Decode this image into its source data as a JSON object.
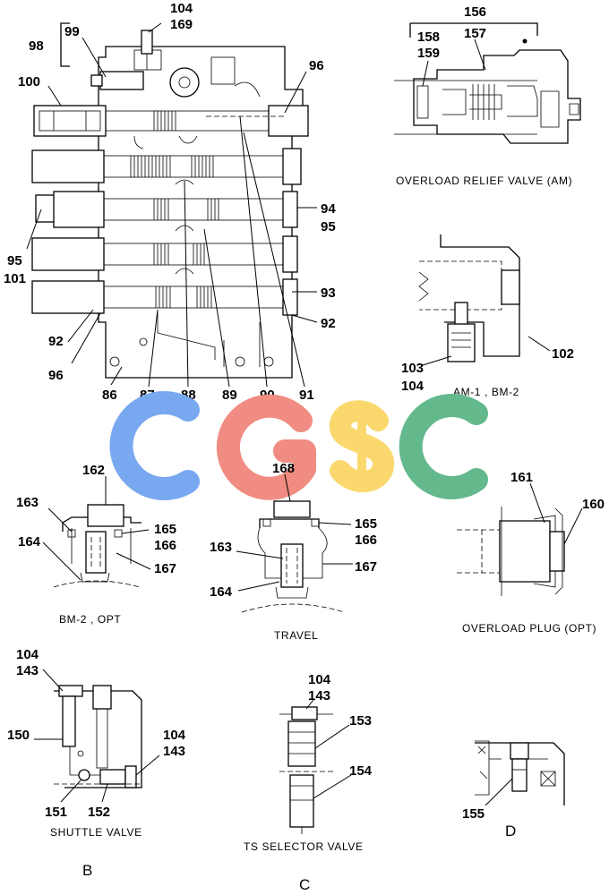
{
  "logo": {
    "text": "CGSC",
    "colors": {
      "c1": "#78a8f0",
      "g": "#f08c82",
      "s": "#fad86e",
      "c2": "#64b98c"
    }
  },
  "main_view": {
    "labels": [
      "98",
      "99",
      "104",
      "169",
      "96",
      "100",
      "94",
      "95",
      "95",
      "101",
      "93",
      "92",
      "92",
      "96",
      "86",
      "87",
      "88",
      "89",
      "90",
      "91"
    ]
  },
  "overload_relief": {
    "labels": [
      "156",
      "158",
      "159",
      "157"
    ],
    "caption": "OVERLOAD  RELIEF  VALVE (AM)"
  },
  "am_bm": {
    "labels": [
      "102",
      "103",
      "104"
    ],
    "caption": "AM-1 , BM-2"
  },
  "bm2_opt": {
    "labels": [
      "162",
      "163",
      "164",
      "165",
      "166",
      "167"
    ],
    "caption": "BM-2 , OPT"
  },
  "travel": {
    "labels": [
      "168",
      "163",
      "164",
      "165",
      "166",
      "167"
    ],
    "caption": "TRAVEL"
  },
  "overload_plug": {
    "labels": [
      "161",
      "160"
    ],
    "caption": "OVERLOAD  PLUG (OPT)"
  },
  "shuttle": {
    "labels": [
      "104",
      "143",
      "150",
      "104",
      "143",
      "151",
      "152"
    ],
    "caption": "SHUTTLE  VALVE",
    "letter": "B"
  },
  "ts_selector": {
    "labels": [
      "104",
      "143",
      "153",
      "154"
    ],
    "caption": "TS  SELECTOR  VALVE",
    "letter": "C"
  },
  "detail_d": {
    "labels": [
      "155"
    ],
    "letter": "D"
  }
}
